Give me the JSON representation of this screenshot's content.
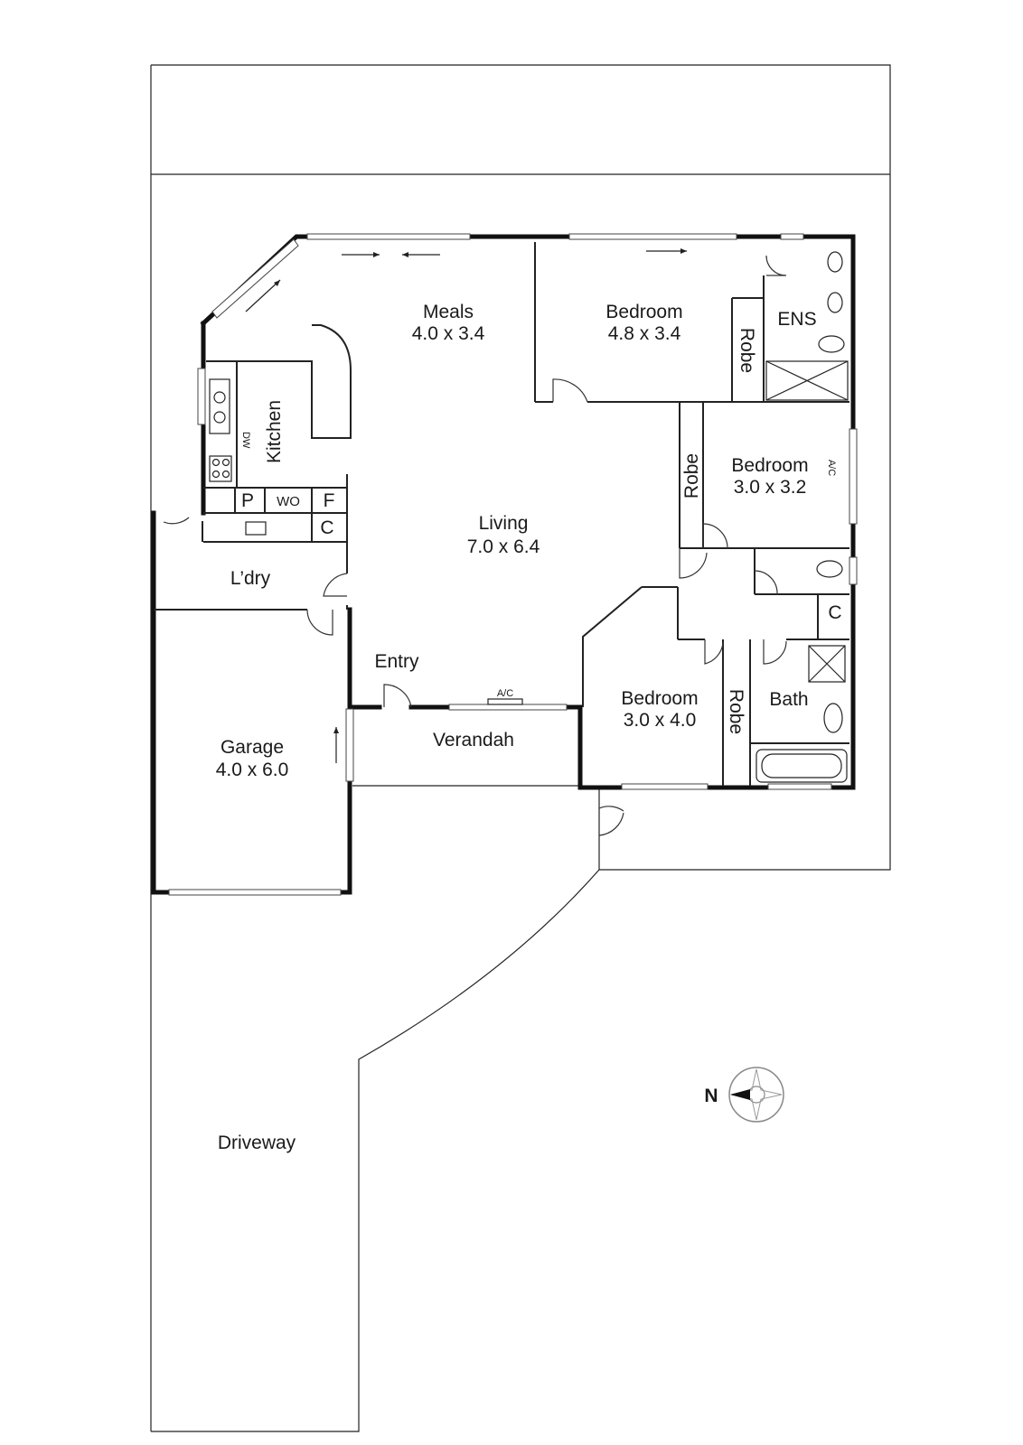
{
  "rooms": {
    "meals": {
      "name": "Meals",
      "size": "4.0 x 3.4"
    },
    "bedroom1": {
      "name": "Bedroom",
      "size": "4.8 x 3.4"
    },
    "ens": {
      "name": "ENS"
    },
    "robe1": {
      "name": "Robe"
    },
    "kitchen": {
      "name": "Kitchen"
    },
    "bedroom2": {
      "name": "Bedroom",
      "size": "3.0 x 3.2"
    },
    "robe2": {
      "name": "Robe"
    },
    "living": {
      "name": "Living",
      "size": "7.0 x 6.4"
    },
    "ldry": {
      "name": "L’dry"
    },
    "entry": {
      "name": "Entry"
    },
    "bedroom3": {
      "name": "Bedroom",
      "size": "3.0 x 4.0"
    },
    "robe3": {
      "name": "Robe"
    },
    "bath": {
      "name": "Bath"
    },
    "garage": {
      "name": "Garage",
      "size": "4.0 x 6.0"
    },
    "verandah": {
      "name": "Verandah"
    },
    "driveway": {
      "name": "Driveway"
    }
  },
  "fixtures": {
    "pantry": "P",
    "wall_oven": "WO",
    "fridge": "F",
    "cupboard_kitchen": "C",
    "cupboard_hall": "C",
    "dishwasher": "DW",
    "ac_living": "A/C",
    "ac_bedroom": "A/C"
  },
  "compass": {
    "label": "N"
  },
  "colors": {
    "wall": "#111111",
    "line": "#222222",
    "background": "#ffffff"
  }
}
